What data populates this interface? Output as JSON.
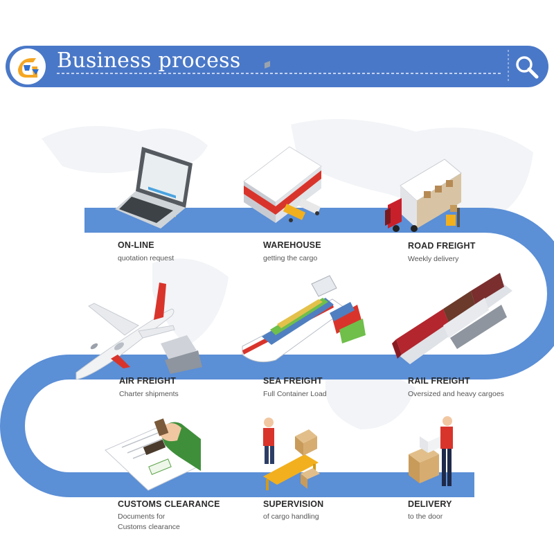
{
  "header": {
    "title": "Business process",
    "logo_icon": "company-logo-icon",
    "search_icon": "search-icon"
  },
  "colors": {
    "header_blue": "#4a78c8",
    "path_blue": "#5b8fd6",
    "text_dark": "#2a2a2a",
    "text_gray": "#555555"
  },
  "steps": [
    {
      "title": "ON-LINE",
      "desc": "quotation request",
      "icon": "laptop-icon"
    },
    {
      "title": "WAREHOUSE",
      "desc": "getting the cargo",
      "icon": "warehouse-icon"
    },
    {
      "title": "ROAD FREIGHT",
      "desc": "Weekly delivery",
      "icon": "truck-icon"
    },
    {
      "title": "AIR FREIGHT",
      "desc": "Charter shipments",
      "icon": "airplane-icon"
    },
    {
      "title": "SEA FREIGHT",
      "desc": "Full Container Load",
      "icon": "cargo-ship-icon"
    },
    {
      "title": "RAIL FREIGHT",
      "desc": "Oversized and heavy cargoes",
      "icon": "train-icon"
    },
    {
      "title": "CUSTOMS CLEARANCE",
      "desc": "Documents for\nCustoms clearance",
      "icon": "stamp-document-icon"
    },
    {
      "title": "SUPERVISION",
      "desc": "of cargo handling",
      "icon": "conveyor-worker-icon"
    },
    {
      "title": "DELIVERY",
      "desc": "to the door",
      "icon": "delivery-person-icon"
    }
  ]
}
